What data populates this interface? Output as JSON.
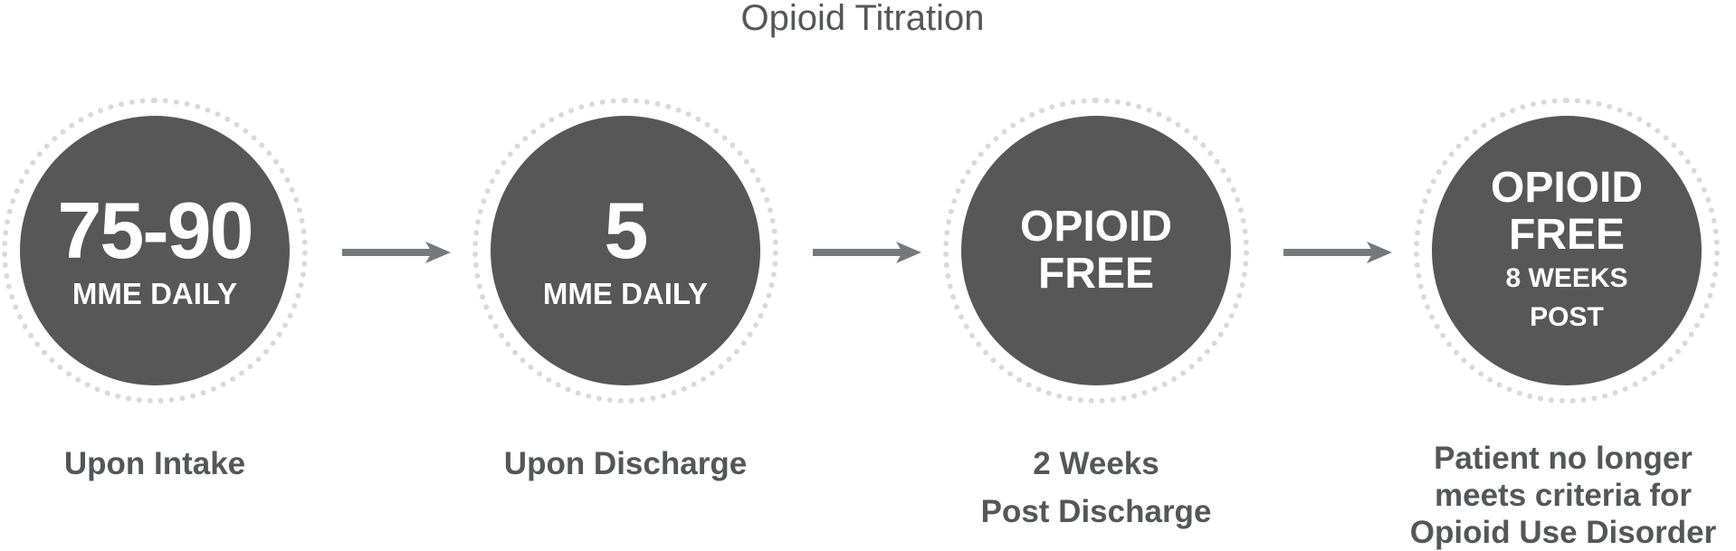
{
  "title": "Opioid Titration",
  "colors": {
    "circle_fill": "#575758",
    "dotted_ring": "#d9d9d9",
    "text_gray": "#555657",
    "arrow": "#777879"
  },
  "steps": [
    {
      "circle_lines": [
        "75-90",
        "MME DAILY"
      ],
      "caption_lines": [
        "Upon Intake"
      ]
    },
    {
      "circle_lines": [
        "5",
        "MME DAILY"
      ],
      "caption_lines": [
        "Upon Discharge"
      ]
    },
    {
      "circle_lines": [
        "OPIOID",
        "FREE"
      ],
      "caption_lines": [
        "2 Weeks",
        "Post Discharge"
      ]
    },
    {
      "circle_lines": [
        "OPIOID",
        "FREE",
        "8 WEEKS",
        "POST"
      ],
      "caption_lines": [
        "Patient no longer",
        "meets criteria for",
        "Opioid Use Disorder"
      ]
    }
  ]
}
